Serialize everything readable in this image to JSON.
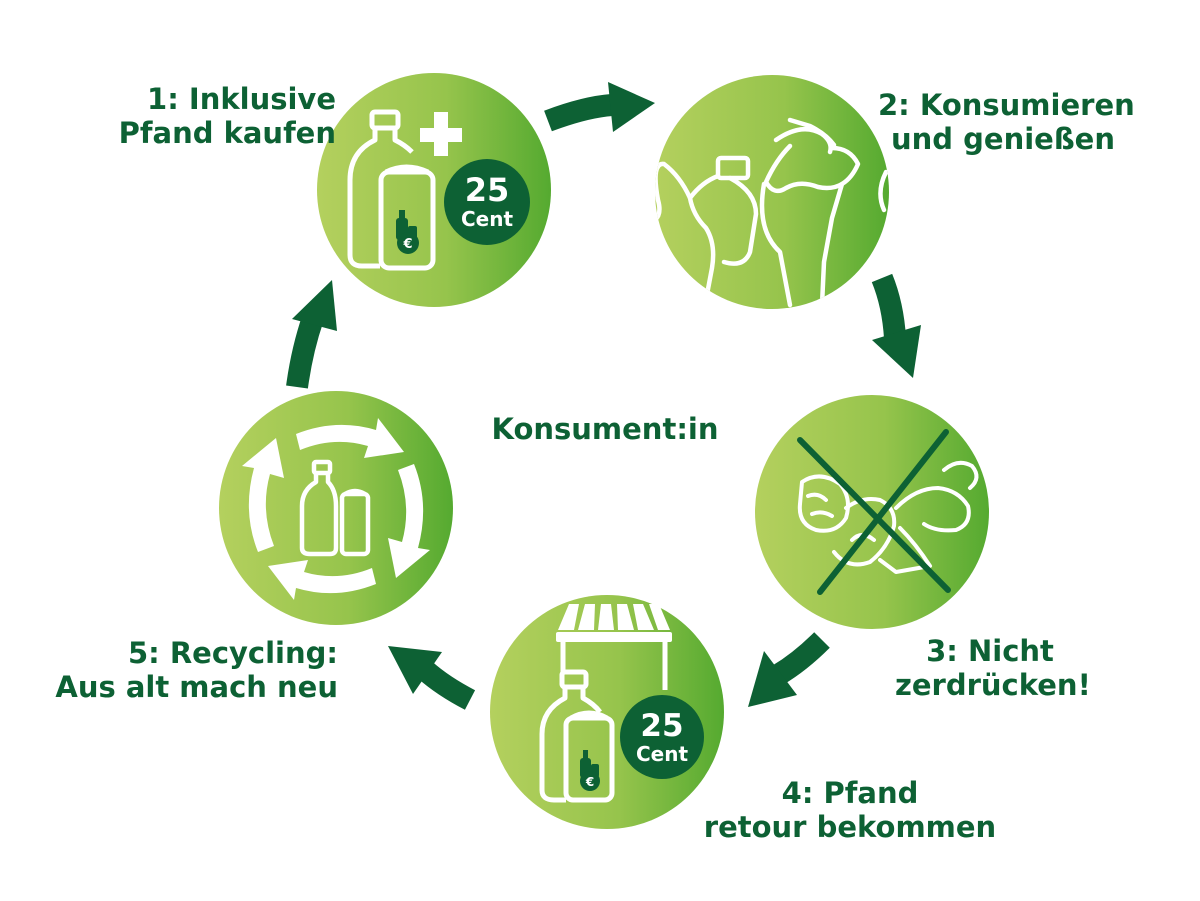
{
  "center_label": "Konsument:in",
  "steps": [
    {
      "lines": [
        "1: Inklusive",
        "Pfand kaufen"
      ],
      "icon": "bottle-can-plus-icon",
      "badge": {
        "amount": "25",
        "unit": "Cent"
      }
    },
    {
      "lines": [
        "2: Konsumieren",
        "und genießen"
      ],
      "icon": "people-drinking-icon"
    },
    {
      "lines": [
        "3: Nicht",
        "zerdrücken!"
      ],
      "icon": "crushed-bottles-crossed-icon"
    },
    {
      "lines": [
        "4: Pfand",
        "retour bekommen"
      ],
      "icon": "shop-return-icon",
      "badge": {
        "amount": "25",
        "unit": "Cent"
      }
    },
    {
      "lines": [
        "5: Recycling:",
        "Aus alt mach neu"
      ],
      "icon": "recycling-arrows-icon"
    }
  ],
  "colors": {
    "dark_green": "#0d6134",
    "circle_light": "#b2cf5c",
    "circle_dark": "#58ad32",
    "icon_line": "#ffffff"
  }
}
